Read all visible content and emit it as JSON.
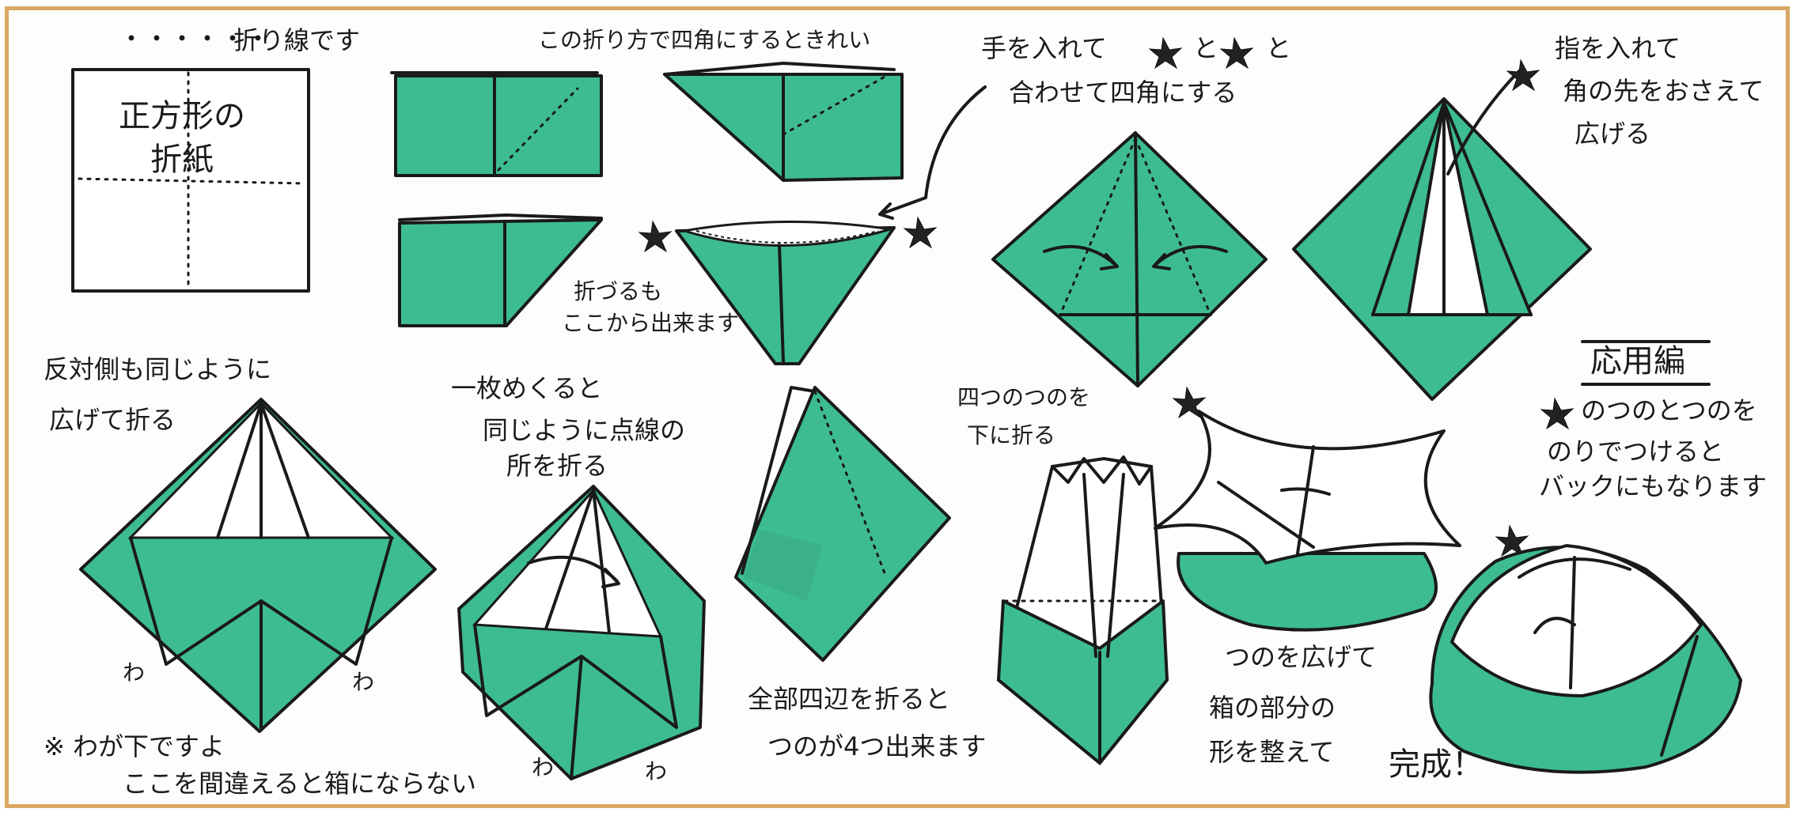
{
  "legend": {
    "dotted_symbol": "・・・・・・",
    "dotted_label": "折り線です"
  },
  "square_label": {
    "line1": "正方形の",
    "line2": "折紙"
  },
  "tip_corners": "この折り方で四角にするときれい",
  "insert_hand": {
    "line1": "手を入れて",
    "conj": "と",
    "line2": "合わせて四角にする"
  },
  "crane_note": {
    "line1": "折づるも",
    "line2": "ここから出来ます"
  },
  "insert_finger": {
    "line1": "指を入れて",
    "line2": "角の先をおさえて",
    "line3": "広げる"
  },
  "other_side": {
    "line1": "反対側も同じように",
    "line2": "広げて折る"
  },
  "wa_marks": [
    "わ",
    "わ",
    "わ",
    "わ"
  ],
  "note_wa": {
    "line1": "※ わが下ですよ",
    "line2": "ここを間違えると箱にならない"
  },
  "flip_page": {
    "line1": "一枚めくると",
    "line2": "同じように点線の",
    "line3": "所を折る"
  },
  "all_sides": {
    "line1": "全部四辺を折ると",
    "line2": "つのが4つ出来ます"
  },
  "fold_horns": {
    "line1": "四つのつのを",
    "line2": "下に折る"
  },
  "spread_horns": {
    "line1": "つのを広げて",
    "line2": "箱の部分の",
    "line3": "形を整えて"
  },
  "done": "完成！",
  "applied": {
    "title": "応用編",
    "line1": "のつのとつのを",
    "line2": "のりでつけると",
    "line3": "バックにもなります"
  },
  "colors": {
    "paper_green": "#3dbd8f",
    "frame_border": "#d9a864",
    "ink": "#1a1a1a"
  }
}
